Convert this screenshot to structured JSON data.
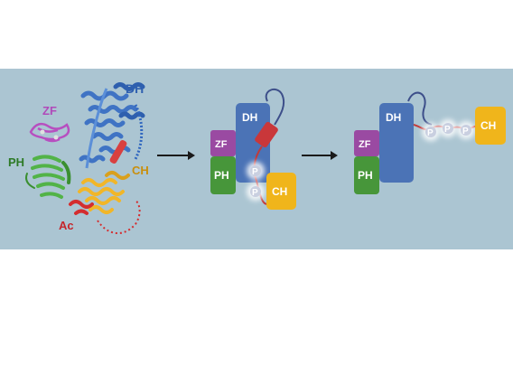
{
  "colors": {
    "panel": "#abc5d2",
    "dh": "#4b73b6",
    "zf": "#9a4aa2",
    "ph": "#47963a",
    "ch": "#f0b51b",
    "ac": "#d42d2f",
    "linker": "#8a1f3c",
    "arrow": "#1a1a1a"
  },
  "structure": {
    "zf": "ZF",
    "dh": "DH",
    "ph": "PH",
    "ch": "CH",
    "ac": "Ac"
  },
  "state1": {
    "dh": "DH",
    "zf": "ZF",
    "ph": "PH",
    "ch": "CH",
    "p1": "P",
    "p2": "P"
  },
  "state2": {
    "dh": "DH",
    "zf": "ZF",
    "ph": "PH",
    "ch": "CH",
    "p1": "P",
    "p2": "P",
    "p3": "P"
  },
  "arrows": [
    "right-arrow",
    "right-arrow"
  ]
}
